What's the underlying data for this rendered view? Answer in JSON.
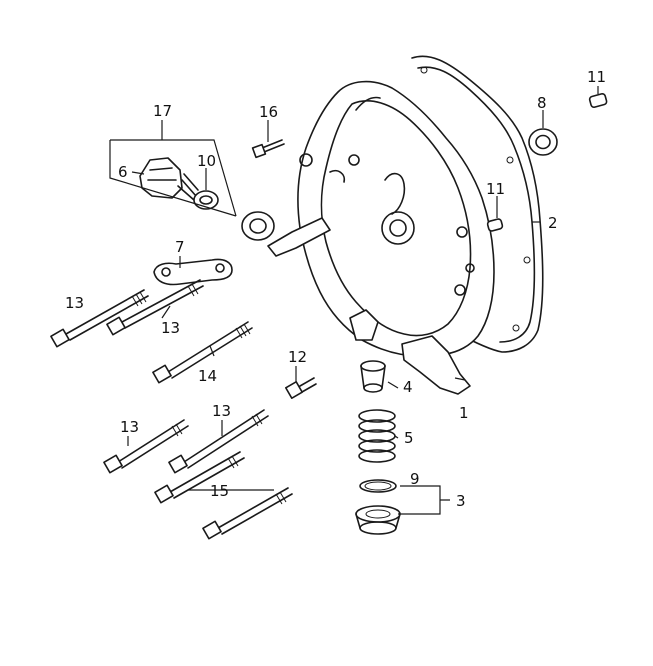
{
  "callouts": {
    "c1": "1",
    "c2": "2",
    "c3": "3",
    "c4": "4",
    "c5": "5",
    "c6": "6",
    "c7": "7",
    "c8": "8",
    "c9": "9",
    "c10": "10",
    "c11a": "11",
    "c11b": "11",
    "c12": "12",
    "c13a": "13",
    "c13b": "13",
    "c13c": "13",
    "c13d": "13",
    "c14": "14",
    "c15": "15",
    "c16": "16",
    "c17": "17"
  }
}
